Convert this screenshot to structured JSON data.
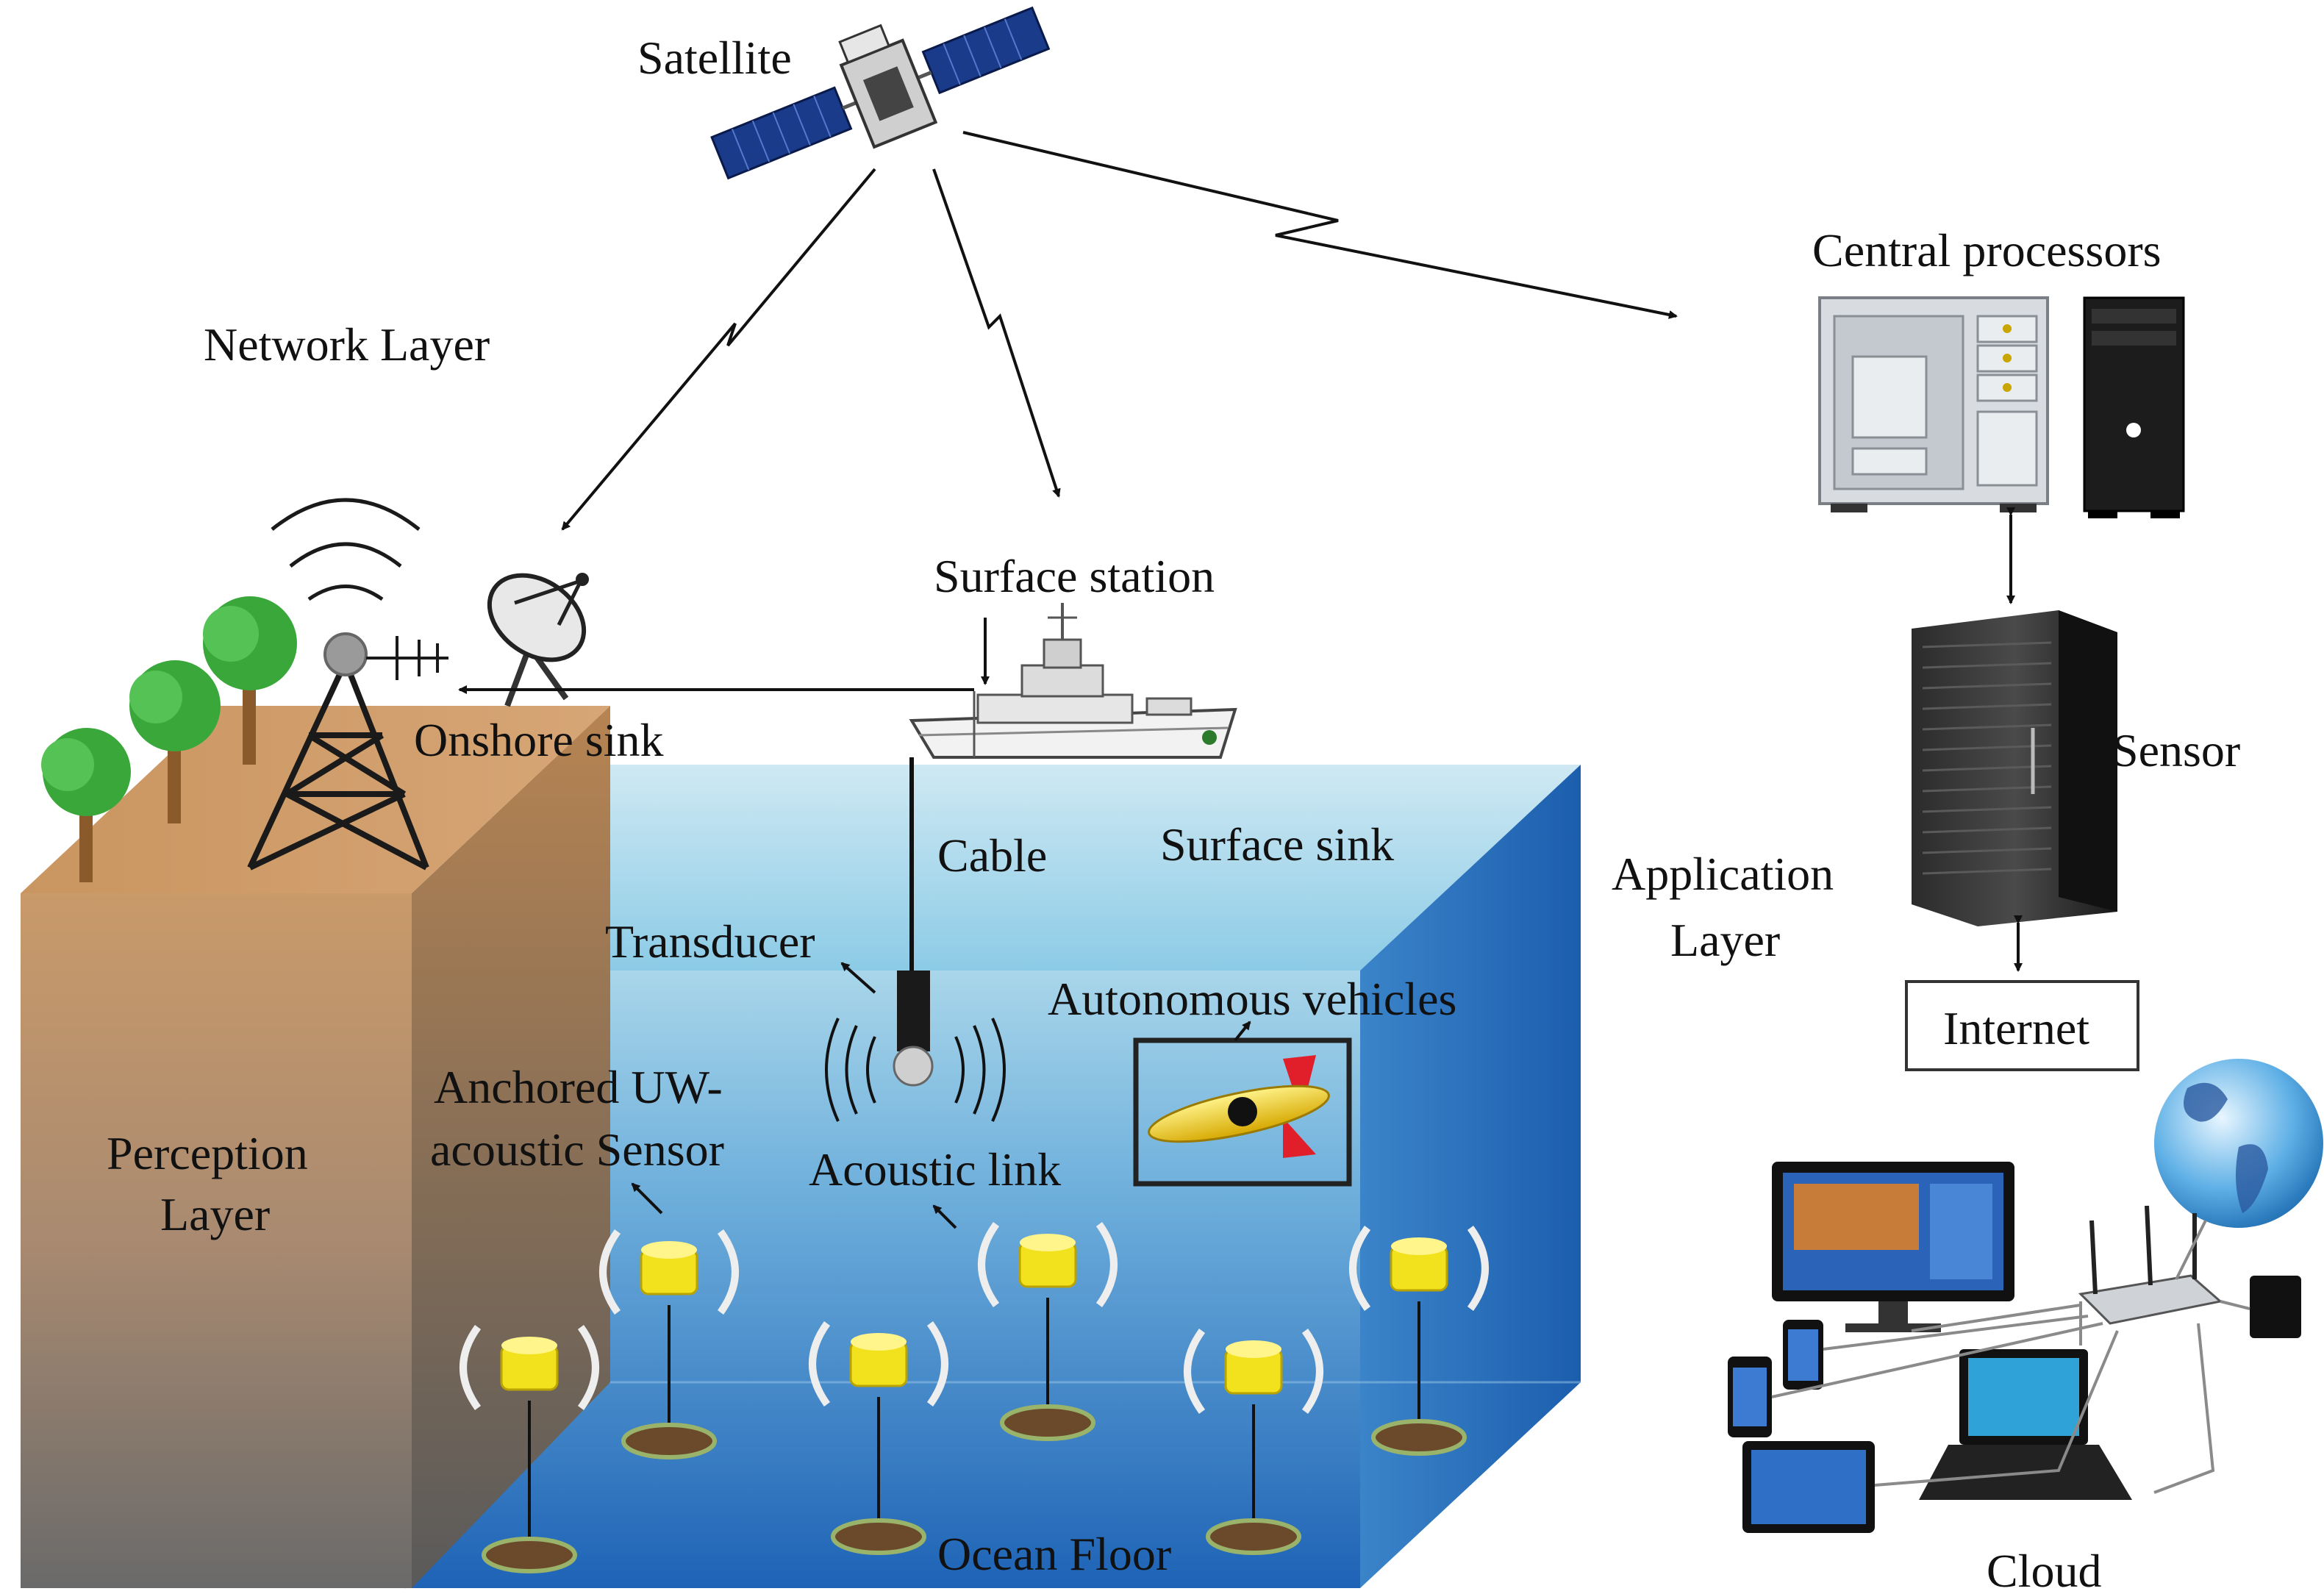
{
  "labels": {
    "satellite": "Satellite",
    "network_layer": "Network Layer",
    "central_processors": "Central processors",
    "surface_station": "Surface station",
    "onshore_sink": "Onshore sink",
    "sensor": "Sensor",
    "cable": "Cable",
    "surface_sink": "Surface sink",
    "application_layer_line1": "Application",
    "application_layer_line2": "Layer",
    "transducer": "Transducer",
    "autonomous_vehicles": "Autonomous vehicles",
    "internet": "Internet",
    "anchored_line1": "Anchored UW-",
    "anchored_line2": "acoustic Sensor",
    "perception_line1": "Perception",
    "perception_line2": "Layer",
    "acoustic_link": "Acoustic link",
    "ocean_floor": "Ocean Floor",
    "cloud": "Cloud"
  },
  "icons": {
    "satellite": "satellite-icon",
    "dish": "satellite-dish-icon",
    "tower": "radio-tower-icon",
    "ship": "ship-icon",
    "computer": "computer-tower-icon",
    "server": "server-rack-icon",
    "globe": "globe-icon",
    "tree": "tree-icon",
    "sensor": "buoy-sensor-icon",
    "vehicle": "underwater-vehicle-icon"
  },
  "colors": {
    "water_top": "#a9d6ea",
    "water_bottom": "#1e63b6",
    "land_top": "#c99a6a",
    "land_bottom": "#6d6d6d",
    "sensor_yellow": "#f2e11d",
    "vehicle_red": "#e01f2a",
    "tree_green": "#3aa73a"
  }
}
